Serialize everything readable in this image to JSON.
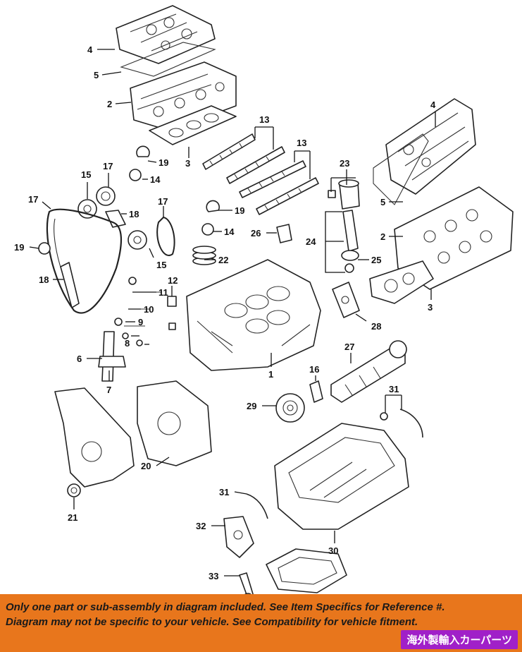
{
  "diagram": {
    "labels": {
      "cover_left_top": "4",
      "gasket_left_top": "5",
      "head_left": "2",
      "gasket_head_left": "3",
      "camshafts_left": "13",
      "camshafts_right": "13",
      "piston_set": "23",
      "cover_right": "4",
      "gasket_right": "5",
      "head_right": "2",
      "gasket_head_right": "3",
      "sprocket_left": "19",
      "bolt_left": "14",
      "sprocket_b": "15",
      "plate_a": "17",
      "tensioner_a": "18",
      "chain_left": "17",
      "guide_a": "19",
      "guide_b": "18",
      "sprocket_mid": "17",
      "sprocket_c": "19",
      "bolt_mid": "14",
      "seal_mid": "26",
      "rod_assy": "24",
      "bearing_25": "25",
      "rings": "22",
      "sprocket_15": "15",
      "item_12": "12",
      "item_11": "11",
      "item_10": "10",
      "item_9": "9",
      "item_8": "8",
      "item_6": "6",
      "item_7": "7",
      "block": "1",
      "bracket_28": "28",
      "crankshaft": "27",
      "key_16": "16",
      "pulley": "29",
      "item_31_top": "31",
      "timing_cover": "20",
      "seal_21": "21",
      "oil_pan": "30",
      "baffle_31": "31",
      "pump_32": "32",
      "pickup_33": "33"
    }
  },
  "banner": {
    "line1": "Only one part or sub-assembly in diagram included. See Item Specifics for Reference #.",
    "line2": "Diagram may not be specific to your vehicle. See Compatibility for vehicle fitment.",
    "shop_tag": "海外製輸入カーパーツ",
    "color": "#e8761c",
    "tag_color": "#a020c8"
  }
}
